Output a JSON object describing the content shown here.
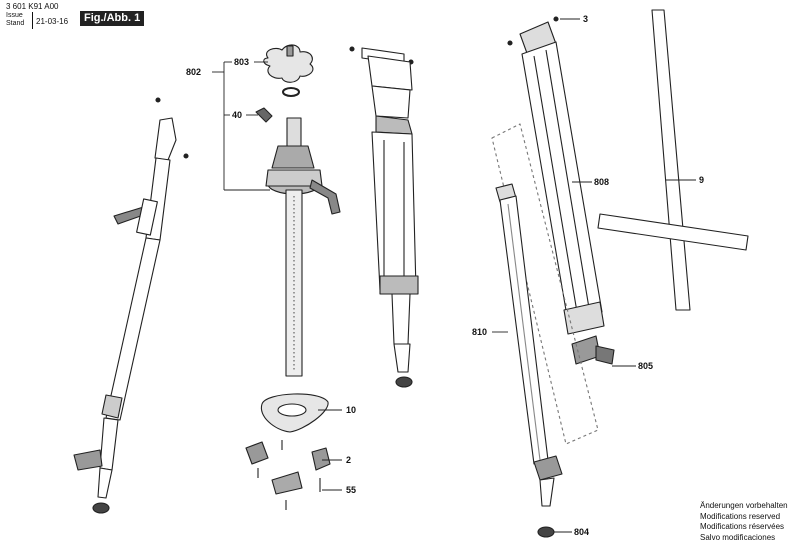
{
  "header": {
    "doc_number": "3 601 K91 A00",
    "issue_label": "Issue",
    "stand_label": "Stand",
    "date": "21-03-16",
    "figure_label": "Fig./Abb. 1"
  },
  "notice": [
    "Änderungen vorbehalten",
    "Modifications reserved",
    "Modifications réservées",
    "Salvo modificaciones"
  ],
  "callouts": [
    {
      "id": "802",
      "text": "802"
    },
    {
      "id": "803",
      "text": "803"
    },
    {
      "id": "40",
      "text": "40"
    },
    {
      "id": "10",
      "text": "10"
    },
    {
      "id": "2",
      "text": "2"
    },
    {
      "id": "55",
      "text": "55"
    },
    {
      "id": "3",
      "text": "3"
    },
    {
      "id": "808",
      "text": "808"
    },
    {
      "id": "9",
      "text": "9"
    },
    {
      "id": "810",
      "text": "810"
    },
    {
      "id": "805",
      "text": "805"
    },
    {
      "id": "804",
      "text": "804"
    }
  ]
}
